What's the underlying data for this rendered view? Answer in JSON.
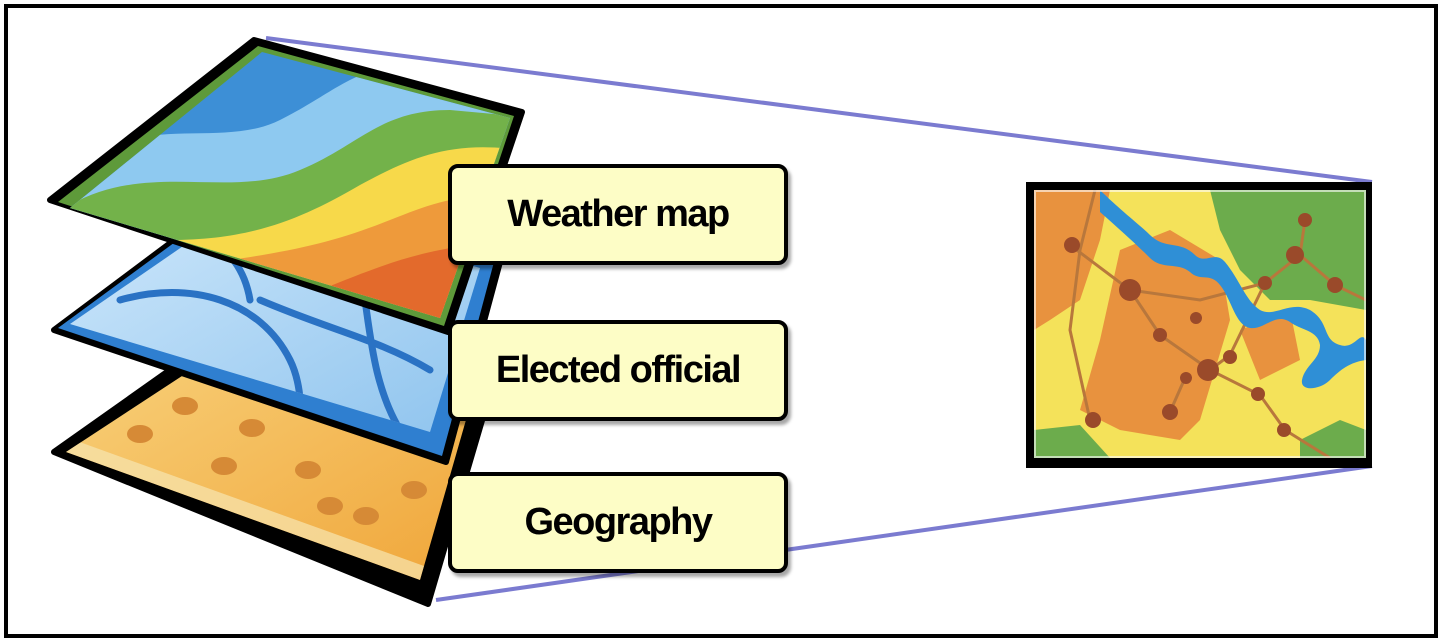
{
  "layers": [
    {
      "id": "weather",
      "label": "Weather map"
    },
    {
      "id": "elected",
      "label": "Elected official"
    },
    {
      "id": "geography",
      "label": "Geography"
    }
  ],
  "colors": {
    "frame": "#000000",
    "label_fill": "#fdfdc6",
    "zoom_lines": "#7b7bd0",
    "weather_blue": "#3d8fd6",
    "weather_green": "#73b24a",
    "weather_yellow": "#f7d94a",
    "weather_orange": "#ee9a3b",
    "weather_red": "#e36a2c",
    "elected_blue": "#9fd0f2",
    "geography_orange": "#f2b450",
    "map_yellow": "#f4e25a",
    "map_orange": "#e8923e",
    "map_green": "#6cac4c",
    "map_river": "#2f8fd6",
    "map_city": "#9a4a2a"
  },
  "icons": [
    "layer-stack-icon",
    "map-detail-icon"
  ]
}
